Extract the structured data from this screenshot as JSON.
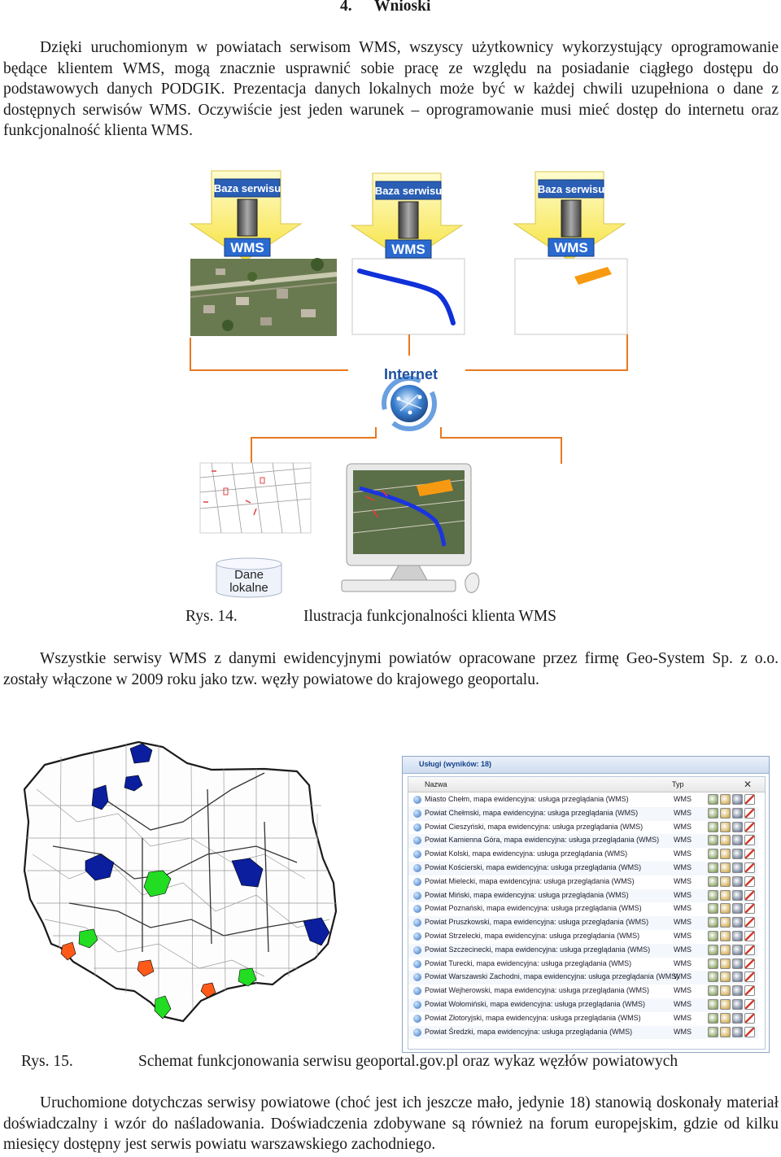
{
  "section": {
    "number": "4.",
    "title": "Wnioski"
  },
  "para1": "Dzięki uruchomionym w powiatach serwisom WMS, wszyscy użytkownicy wykorzystujący oprogramowanie będące klientem WMS, mogą znacznie usprawnić sobie pracę ze względu na posiadanie ciągłego dostępu do podstawowych danych PODGIK. Prezentacja danych lokalnych może być w każdej chwili uzupełniona o dane z dostępnych serwisów WMS. Oczywiście jest jeden warunek – oprogramowanie musi mieć dostęp do internetu oraz funkcjonalność klienta WMS.",
  "figure1": {
    "servers": [
      {
        "base_label": "Baza serwisu",
        "wms_label": "WMS"
      },
      {
        "base_label": "Baza serwisu",
        "wms_label": "WMS"
      },
      {
        "base_label": "Baza serwisu",
        "wms_label": "WMS"
      }
    ],
    "internet_label": "Internet",
    "local_data_label_1": "Dane",
    "local_data_label_2": "lokalne",
    "caption_number": "Rys. 14.",
    "caption_text": "Ilustracja funkcjonalności klienta WMS"
  },
  "para2": "Wszystkie serwisy WMS z danymi ewidencyjnymi powiatów opracowane przez firmę Geo-System Sp. z o.o. zostały włączone w 2009 roku jako tzw. węzły powiatowe do krajowego geoportalu.",
  "figure2": {
    "panel_title": "Usługi (wyników: 18)",
    "col_name": "Nazwa",
    "col_type": "Typ",
    "services": [
      {
        "name": "Miasto Chełm, mapa ewidencyjna: usługa przeglądania (WMS)",
        "type": "WMS"
      },
      {
        "name": "Powiat Chełmski, mapa ewidencyjna: usługa przeglądania (WMS)",
        "type": "WMS"
      },
      {
        "name": "Powiat Cieszyński, mapa ewidencyjna: usługa przeglądania (WMS)",
        "type": "WMS"
      },
      {
        "name": "Powiat Kamienna Góra, mapa ewidencyjna: usługa przeglądania (WMS)",
        "type": "WMS"
      },
      {
        "name": "Powiat Kolski, mapa ewidencyjna: usługa przeglądania (WMS)",
        "type": "WMS"
      },
      {
        "name": "Powiat Kościerski, mapa ewidencyjna: usługa przeglądania (WMS)",
        "type": "WMS"
      },
      {
        "name": "Powiat Mielecki, mapa ewidencyjna: usługa przeglądania (WMS)",
        "type": "WMS"
      },
      {
        "name": "Powiat Miński, mapa ewidencyjna: usługa przeglądania (WMS)",
        "type": "WMS"
      },
      {
        "name": "Powiat Poznański, mapa ewidencyjna: usługa przeglądania (WMS)",
        "type": "WMS"
      },
      {
        "name": "Powiat Pruszkowski, mapa ewidencyjna: usługa przeglądania (WMS)",
        "type": "WMS"
      },
      {
        "name": "Powiat Strzelecki, mapa ewidencyjna: usługa przeglądania (WMS)",
        "type": "WMS"
      },
      {
        "name": "Powiat Szczecinecki, mapa ewidencyjna: usługa przeglądania (WMS)",
        "type": "WMS"
      },
      {
        "name": "Powiat Turecki, mapa ewidencyjna: usługa przeglądania (WMS)",
        "type": "WMS"
      },
      {
        "name": "Powiat Warszawski Zachodni, mapa ewidencyjna: usługa przeglądania (WMS)",
        "type": "WMS"
      },
      {
        "name": "Powiat Wejherowski, mapa ewidencyjna: usługa przeglądania (WMS)",
        "type": "WMS"
      },
      {
        "name": "Powiat Wołomiński, mapa ewidencyjna: usługa przeglądania (WMS)",
        "type": "WMS"
      },
      {
        "name": "Powiat Złotoryjski, mapa ewidencyjna: usługa przeglądania (WMS)",
        "type": "WMS"
      },
      {
        "name": "Powiat Średzki, mapa ewidencyjna: usługa przeglądania (WMS)",
        "type": "WMS"
      }
    ],
    "caption_number": "Rys. 15.",
    "caption_text": "Schemat funkcjonowania serwisu geoportal.gov.pl oraz wykaz węzłów powiatowych"
  },
  "para3": "Uruchomione dotychczas serwisy powiatowe (choć jest ich jeszcze mało, jedynie 18) stanowią doskonały materiał doświadczalny i wzór do naśladowania. Doświadczenia zdobywane są również na forum europejskim, gdzie od kilku miesięcy dostępny jest serwis powiatu warszawskiego zachodniego."
}
